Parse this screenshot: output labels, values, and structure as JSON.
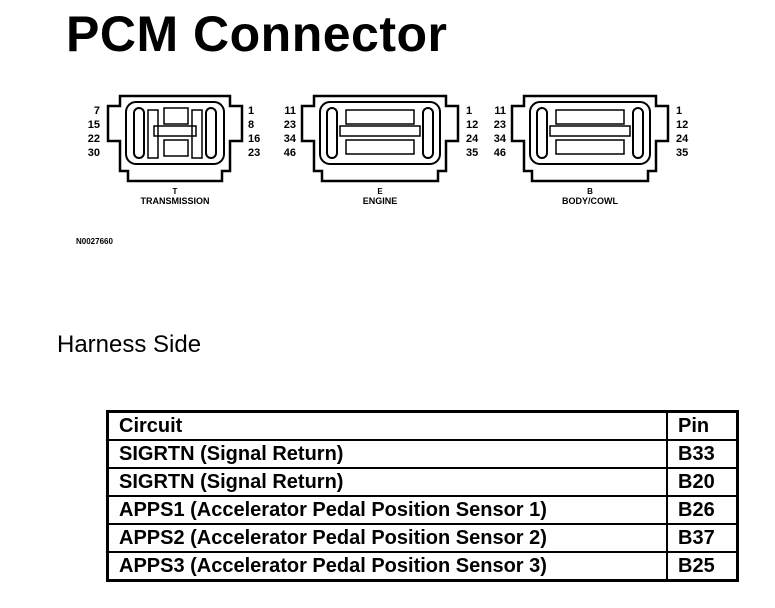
{
  "title": "PCM Connector",
  "connectors": [
    {
      "letter": "T",
      "name": "TRANSMISSION",
      "left_pins": [
        "7",
        "15",
        "22",
        "30"
      ],
      "right_pins": [
        "1",
        "8",
        "16",
        "23"
      ]
    },
    {
      "letter": "E",
      "name": "ENGINE",
      "left_pins": [
        "11",
        "23",
        "34",
        "46"
      ],
      "right_pins": [
        "1",
        "12",
        "24",
        "35"
      ]
    },
    {
      "letter": "B",
      "name": "BODY/COWL",
      "left_pins": [
        "11",
        "23",
        "34",
        "46"
      ],
      "right_pins": [
        "1",
        "12",
        "24",
        "35"
      ]
    }
  ],
  "figure_code": "N0027660",
  "subtitle": "Harness Side",
  "table": {
    "headers": {
      "circuit": "Circuit",
      "pin": "Pin"
    },
    "rows": [
      {
        "circuit": "SIGRTN (Signal Return)",
        "pin": "B33"
      },
      {
        "circuit": "SIGRTN (Signal Return)",
        "pin": "B20"
      },
      {
        "circuit": "APPS1 (Accelerator Pedal Position Sensor 1)",
        "pin": "B26"
      },
      {
        "circuit": "APPS2 (Accelerator Pedal Position Sensor 2)",
        "pin": "B37"
      },
      {
        "circuit": "APPS3 (Accelerator Pedal Position Sensor 3)",
        "pin": "B25"
      }
    ]
  }
}
